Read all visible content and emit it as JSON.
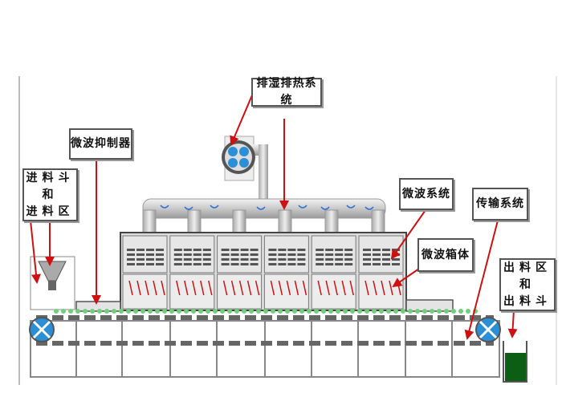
{
  "labels": {
    "exhaust": "排湿排热系统",
    "suppressor": "微波抑制器",
    "feed_line1": "进料斗和",
    "feed_line2": "进料区",
    "microwave_system": "微波系统",
    "conveyor": "传输系统",
    "cabinet": "微波箱体",
    "discharge_line1": "出料区和",
    "discharge_line2": "出料斗"
  },
  "colors": {
    "arrow": "#d01010",
    "fan": "#2a8fd6",
    "product": "#0b5e14",
    "steel": "#c8c8c8"
  }
}
